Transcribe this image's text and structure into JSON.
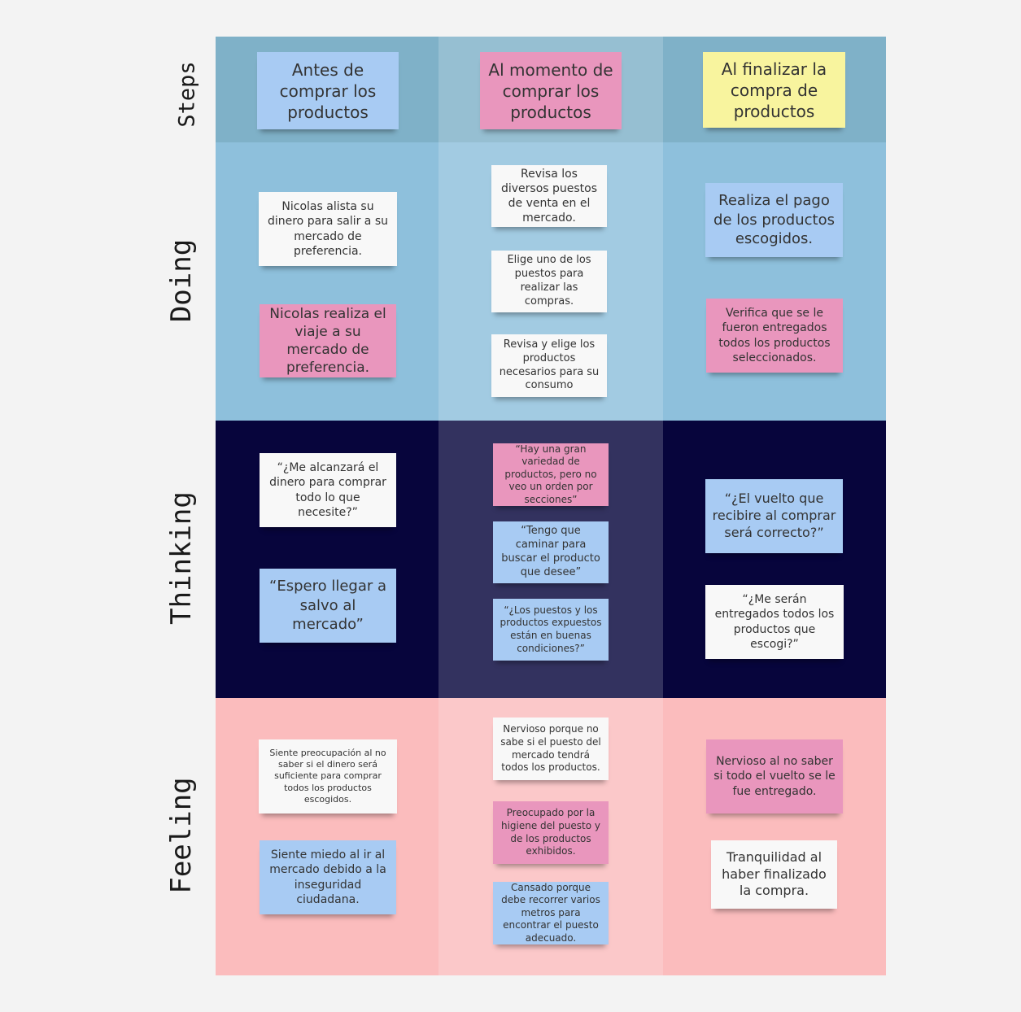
{
  "colors": {
    "steps_band": "#7fb1c8",
    "doing_band": "#8ec0dc",
    "thinking_band": "#07053c",
    "feeling_band": "#fbbcbd",
    "middle_column_overlay": "rgba(255,255,255,0.18)",
    "sticky_blue": "#a8cbf3",
    "sticky_pink": "#e996bd",
    "sticky_yellow": "#f8f49e",
    "sticky_white": "#f8f8f8"
  },
  "rows": {
    "steps": "Steps",
    "doing": "Doing",
    "thinking": "Thinking",
    "feeling": "Feeling"
  },
  "steps": {
    "col1": "Antes de comprar los productos",
    "col2": "Al momento de comprar los productos",
    "col3": "Al finalizar la compra de productos"
  },
  "doing": {
    "col1_1": "Nicolas alista su dinero para salir a su mercado de preferencia.",
    "col1_2": "Nicolas realiza el viaje a su mercado de preferencia.",
    "col2_1": "Revisa los diversos puestos de venta en el mercado.",
    "col2_2": "Elige uno de los puestos para realizar las compras.",
    "col2_3": "Revisa y elige los productos necesarios para su consumo",
    "col3_1": "Realiza el pago de los productos escogidos.",
    "col3_2": "Verifica que se le fueron entregados todos los productos seleccionados."
  },
  "thinking": {
    "col1_1": "“¿Me alcanzará el dinero para comprar todo lo que necesite?”",
    "col1_2": "“Espero llegar a salvo al mercado”",
    "col2_1": "“Hay una gran variedad de productos, pero no veo un orden por secciones”",
    "col2_2": "“Tengo que caminar para buscar el producto que desee”",
    "col2_3": "“¿Los puestos y los productos expuestos están en buenas condiciones?”",
    "col3_1": "“¿El vuelto que recibire al comprar será correcto?”",
    "col3_2": "“¿Me serán entregados todos los productos que escogi?”"
  },
  "feeling": {
    "col1_1": "Siente preocupación al no saber si el dinero será suficiente para comprar todos los productos escogidos.",
    "col1_2": "Siente miedo al ir al mercado debido a la inseguridad ciudadana.",
    "col2_1": "Nervioso porque no sabe si el puesto del mercado tendrá todos los productos.",
    "col2_2": "Preocupado por la higiene del puesto y de los productos exhibidos.",
    "col2_3": "Cansado porque debe recorrer varios metros para encontrar el puesto adecuado.",
    "col3_1": "Nervioso al no saber si todo el vuelto se le fue entregado.",
    "col3_2": "Tranquilidad al haber finalizado la compra."
  }
}
